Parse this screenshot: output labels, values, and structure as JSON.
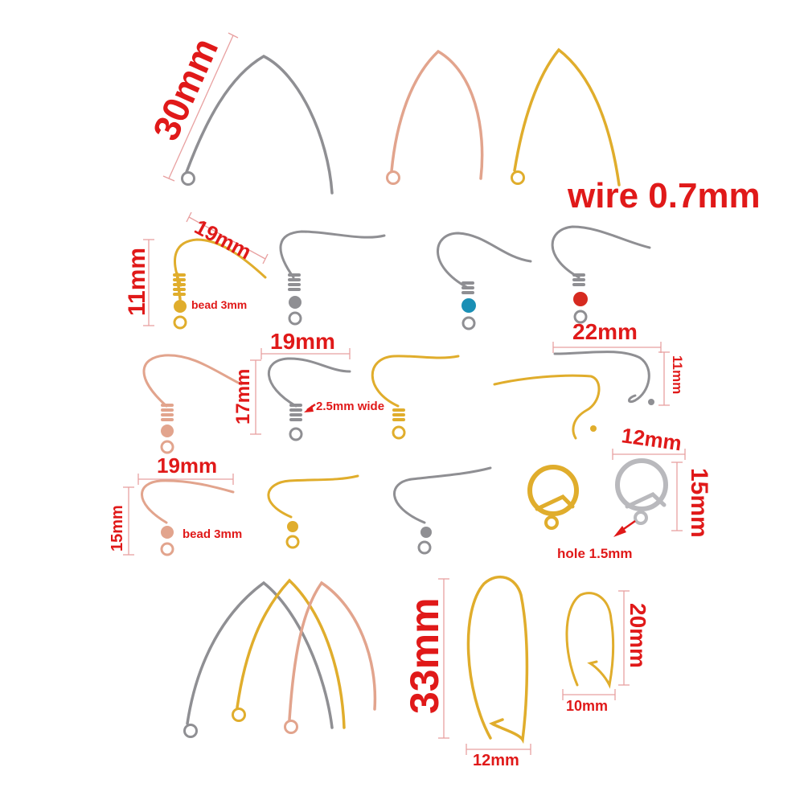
{
  "labels": {
    "l_30mm": "30mm",
    "l_wire": "wire 0.7mm",
    "l_19mm_a": "19mm",
    "l_11mm_a": "11mm",
    "l_bead_a": "bead 3mm",
    "l_19mm_b": "19mm",
    "l_22mm": "22mm",
    "l_17mm": "17mm",
    "l_25wide": "2.5mm wide",
    "l_11mm_b": "11mm",
    "l_12mm_a": "12mm",
    "l_19mm_c": "19mm",
    "l_15mm_a": "15mm",
    "l_bead_b": "bead 3mm",
    "l_15mm_b": "15mm",
    "l_hole": "hole 1.5mm",
    "l_33mm": "33mm",
    "l_20mm": "20mm",
    "l_10mm": "10mm",
    "l_12mm_b": "12mm"
  },
  "metals": {
    "silver": "#8f8f93",
    "silver_light": "#b9b9bd",
    "gold": "#e0ad2c",
    "rose": "#e2a48d",
    "turquoise": "#1a8fb5",
    "red_bead": "#d62a20"
  }
}
